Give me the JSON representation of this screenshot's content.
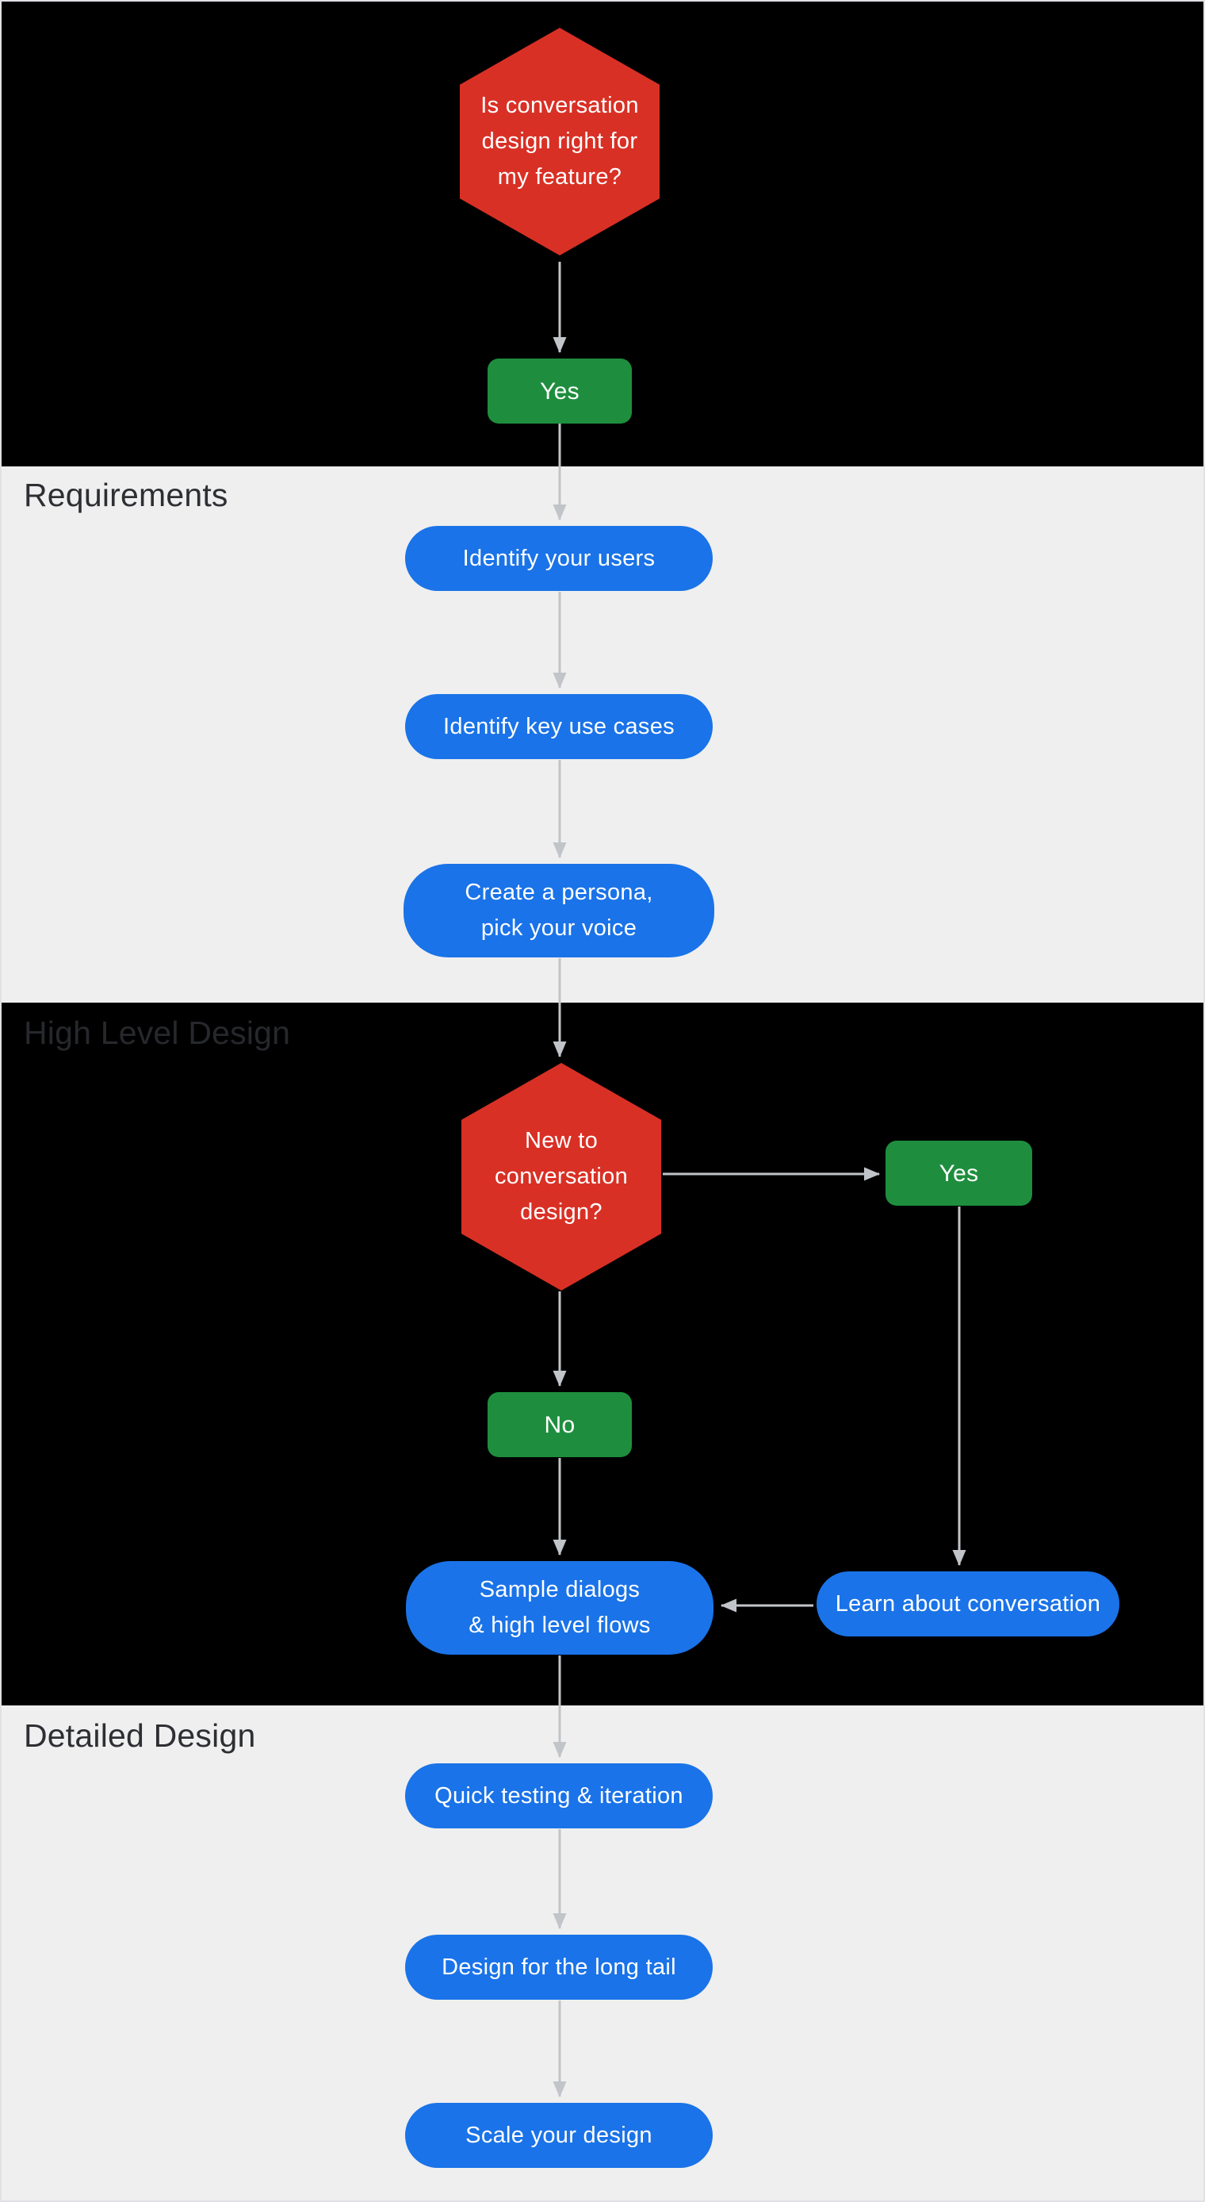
{
  "colors": {
    "bg_dark": "#000000",
    "bg_light": "#efefef",
    "decision_red": "#d93025",
    "step_blue": "#1a73e8",
    "answer_green": "#1e8e3e",
    "arrow_gray": "#c1c4c8",
    "label_on_light": "#2d2f33",
    "label_on_dark": "#26282c",
    "node_text": "#ffffff",
    "frame_border": "#dfe1e4"
  },
  "sections": [
    {
      "id": "start",
      "label": ""
    },
    {
      "id": "requirements",
      "label": "Requirements"
    },
    {
      "id": "high_level_design",
      "label": "High Level Design"
    },
    {
      "id": "detailed_design",
      "label": "Detailed Design"
    }
  ],
  "nodes": {
    "decision_start": {
      "text": "Is conversation\ndesign right for\nmy feature?"
    },
    "answer_start_yes": {
      "text": "Yes"
    },
    "identify_users": {
      "text": "Identify your users"
    },
    "identify_key_use_cases": {
      "text": "Identify key use cases"
    },
    "create_persona": {
      "text": "Create a persona,\npick your voice"
    },
    "decision_new_to_cd": {
      "text": "New to\nconversation\ndesign?"
    },
    "answer_new_yes": {
      "text": "Yes"
    },
    "answer_new_no": {
      "text": "No"
    },
    "sample_dialogs": {
      "text": "Sample dialogs\n& high level flows"
    },
    "learn_about_conversation": {
      "text": "Learn about conversation"
    },
    "quick_testing": {
      "text": "Quick testing & iteration"
    },
    "design_long_tail": {
      "text": "Design for the long tail"
    },
    "scale_your_design": {
      "text": "Scale your design"
    }
  }
}
